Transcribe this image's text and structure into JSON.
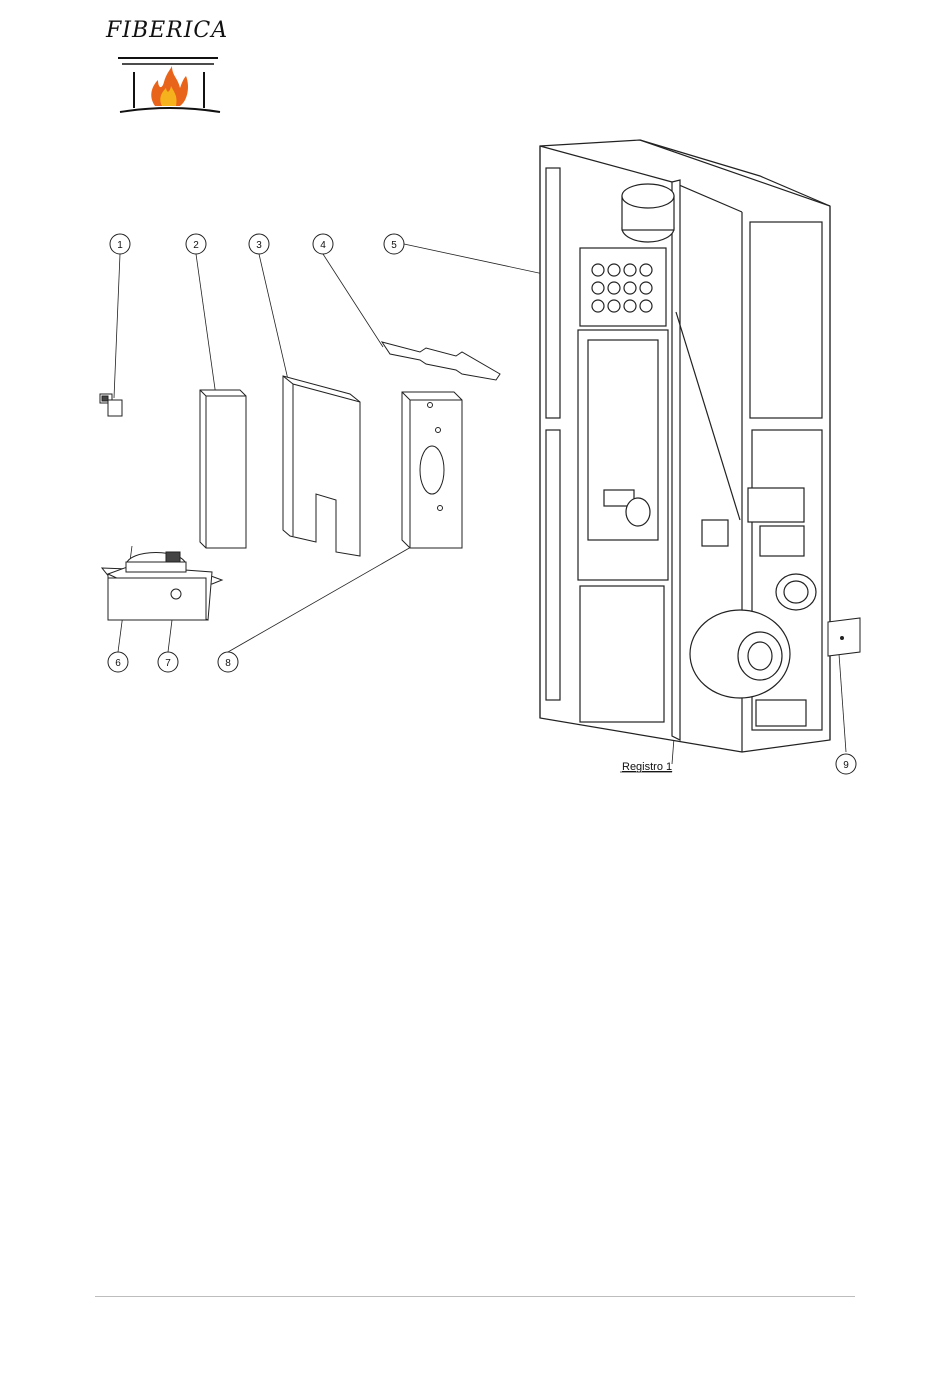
{
  "brand": {
    "name": "FIBERICA",
    "flame_color": "#e8641a",
    "flame_inner": "#f6b21c"
  },
  "diagram": {
    "callouts": [
      {
        "id": "1",
        "label": "1"
      },
      {
        "id": "2",
        "label": "2"
      },
      {
        "id": "3",
        "label": "3"
      },
      {
        "id": "4",
        "label": "4"
      },
      {
        "id": "5",
        "label": "5"
      },
      {
        "id": "6",
        "label": "6"
      },
      {
        "id": "7",
        "label": "7"
      },
      {
        "id": "8",
        "label": "8"
      },
      {
        "id": "9",
        "label": "9"
      }
    ],
    "register_label": "Registro 1"
  }
}
